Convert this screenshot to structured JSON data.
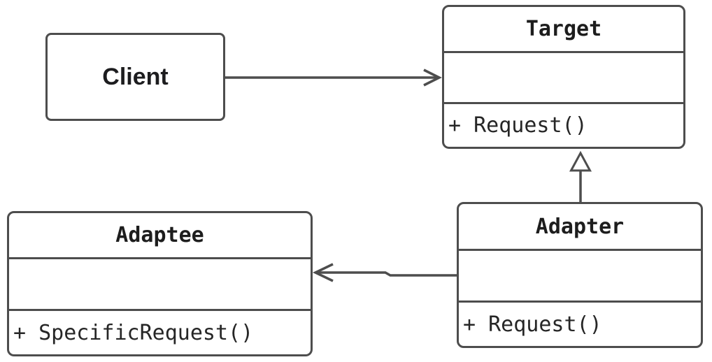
{
  "diagram": {
    "type": "uml-class-diagram",
    "classes": [
      {
        "name": "Client",
        "kind": "simple-node",
        "methods": []
      },
      {
        "name": "Target",
        "kind": "class",
        "methods": [
          "+ Request()"
        ]
      },
      {
        "name": "Adaptee",
        "kind": "class",
        "methods": [
          "+ SpecificRequest()"
        ]
      },
      {
        "name": "Adapter",
        "kind": "class",
        "methods": [
          "+ Request()"
        ]
      }
    ],
    "relations": [
      {
        "from": "Client",
        "to": "Target",
        "type": "association",
        "arrowhead": "open"
      },
      {
        "from": "Adapter",
        "to": "Target",
        "type": "generalization",
        "arrowhead": "hollow-triangle"
      },
      {
        "from": "Adapter",
        "to": "Adaptee",
        "type": "association",
        "arrowhead": "open"
      }
    ],
    "colors": {
      "stroke": "#4d4d4d",
      "title_text": "#1d1d1d",
      "method_text": "#262626",
      "background": "#ffffff"
    }
  }
}
